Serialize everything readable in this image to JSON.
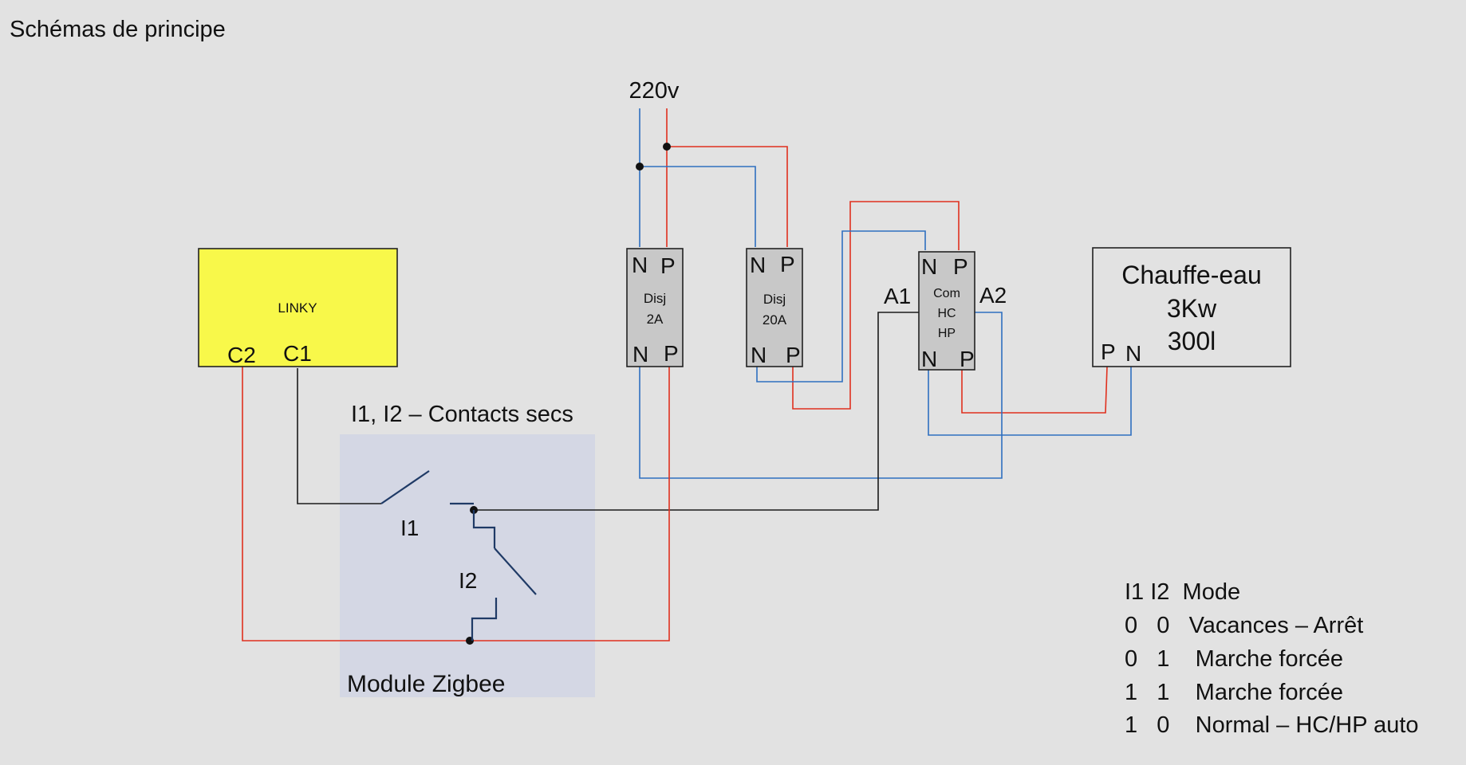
{
  "title": "Schémas de principe",
  "supply": {
    "label": "220v"
  },
  "linky": {
    "label": "LINKY",
    "c2": "C2",
    "c1": "C1",
    "color": "#f8f84a"
  },
  "breaker_2a": {
    "n_top": "N",
    "p_top": "P",
    "line1": "Disj",
    "line2": "2A",
    "n_bot": "N",
    "p_bot": "P"
  },
  "breaker_20a": {
    "n_top": "N",
    "p_top": "P",
    "line1": "Disj",
    "line2": "20A",
    "n_bot": "N",
    "p_bot": "P"
  },
  "contactor": {
    "n_top": "N",
    "p_top": "P",
    "line1": "Com",
    "line2": "HC",
    "line3": "HP",
    "n_bot": "N",
    "p_bot": "P",
    "a1": "A1",
    "a2": "A2"
  },
  "heater": {
    "line1": "Chauffe-eau",
    "line2": "3Kw",
    "line3": "300l",
    "p": "P",
    "n": "N"
  },
  "contacts_title": "I1, I2 – Contacts secs",
  "zigbee": {
    "label": "Module Zigbee",
    "i1": "I1",
    "i2": "I2",
    "color": "#d4d7e4"
  },
  "mode_table": {
    "header": "I1 I2  Mode",
    "rows": [
      "0   0   Vacances – Arrêt",
      "0   1    Marche forcée",
      "1   1    Marche forcée",
      "1   0    Normal – HC/HP auto"
    ]
  },
  "colors": {
    "phase": "#e0301e",
    "neutral": "#2e6fc0",
    "control": "#1a1a1a",
    "component": "#c8c8c8"
  }
}
